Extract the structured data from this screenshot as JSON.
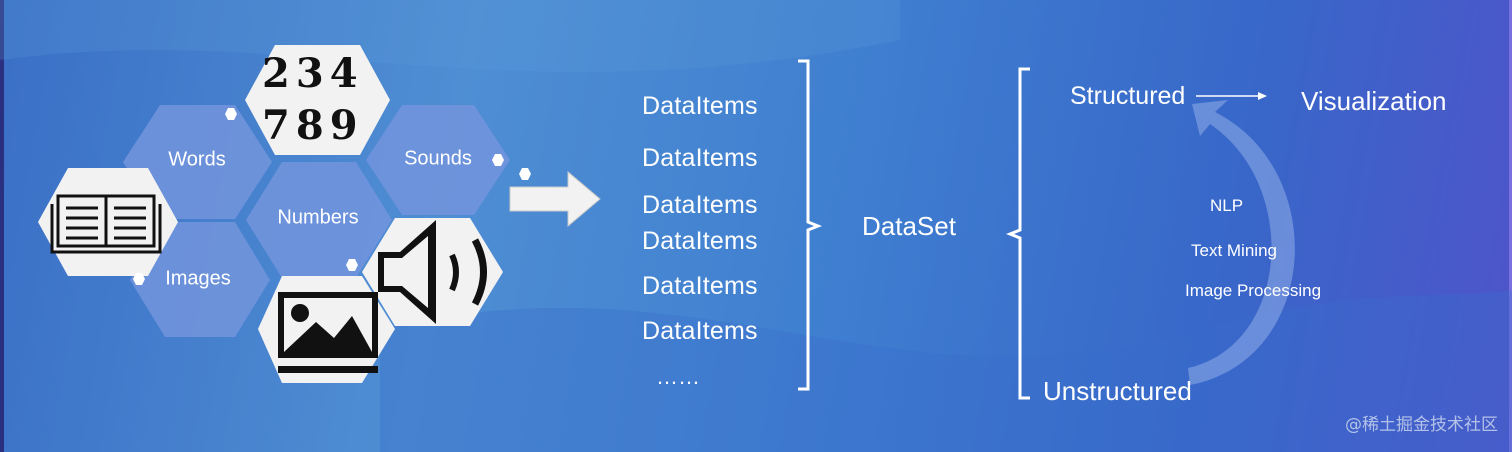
{
  "hexagons": {
    "words": "Words",
    "sounds": "Sounds",
    "numbers": "Numbers",
    "images": "Images"
  },
  "digit_tile": [
    "2",
    "3",
    "4",
    "7",
    "8",
    "9"
  ],
  "data_items": [
    "DataItems",
    "DataItems",
    "DataItems",
    "DataItems",
    "DataItems",
    "DataItems",
    "……"
  ],
  "dataset_label": "DataSet",
  "structured_label": "Structured",
  "visualization_label": "Visualization",
  "unstructured_label": "Unstructured",
  "techniques": [
    "NLP",
    "Text Mining",
    "Image Processing"
  ],
  "watermark": "@稀土掘金技术社区",
  "colors": {
    "hex_blue": "#6f8fd8",
    "tile_white": "#f2f2f2",
    "text": "#ffffff"
  },
  "icons": [
    "book-icon",
    "speaker-icon",
    "picture-icon",
    "right-arrow-icon"
  ]
}
